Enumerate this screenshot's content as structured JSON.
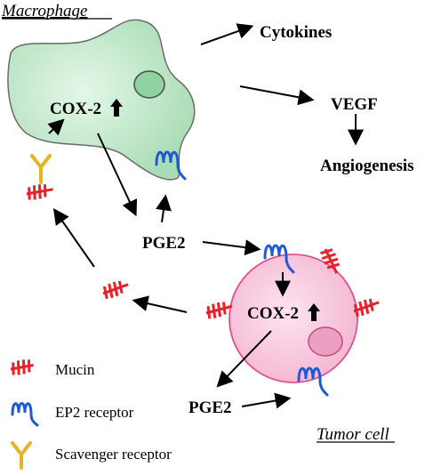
{
  "labels": {
    "macrophage": "Macrophage",
    "cytokines": "Cytokines",
    "vegf": "VEGF",
    "angiogenesis": "Angiogenesis",
    "cox2_macrophage": "COX-2",
    "pge2_center": "PGE2",
    "cox2_tumor": "COX-2",
    "pge2_bottom": "PGE2",
    "tumor_cell": "Tumor cell"
  },
  "legend": {
    "items": [
      {
        "label": "Mucin",
        "icon": "mucin-icon"
      },
      {
        "label": "EP2 receptor",
        "icon": "ep2-receptor-icon"
      },
      {
        "label": "Scavenger receptor",
        "icon": "scavenger-receptor-icon"
      }
    ]
  },
  "colors": {
    "macrophage_fill": "#c8ecd0",
    "macrophage_nucleus": "#8fd3a0",
    "tumor_fill": "#f8c8de",
    "tumor_stroke": "#e0508a",
    "tumor_nucleus": "#ec9fc2",
    "mucin": "#e8202a",
    "ep2_receptor": "#1f5ad6",
    "scavenger_receptor": "#e6b422",
    "arrow": "#000000"
  }
}
